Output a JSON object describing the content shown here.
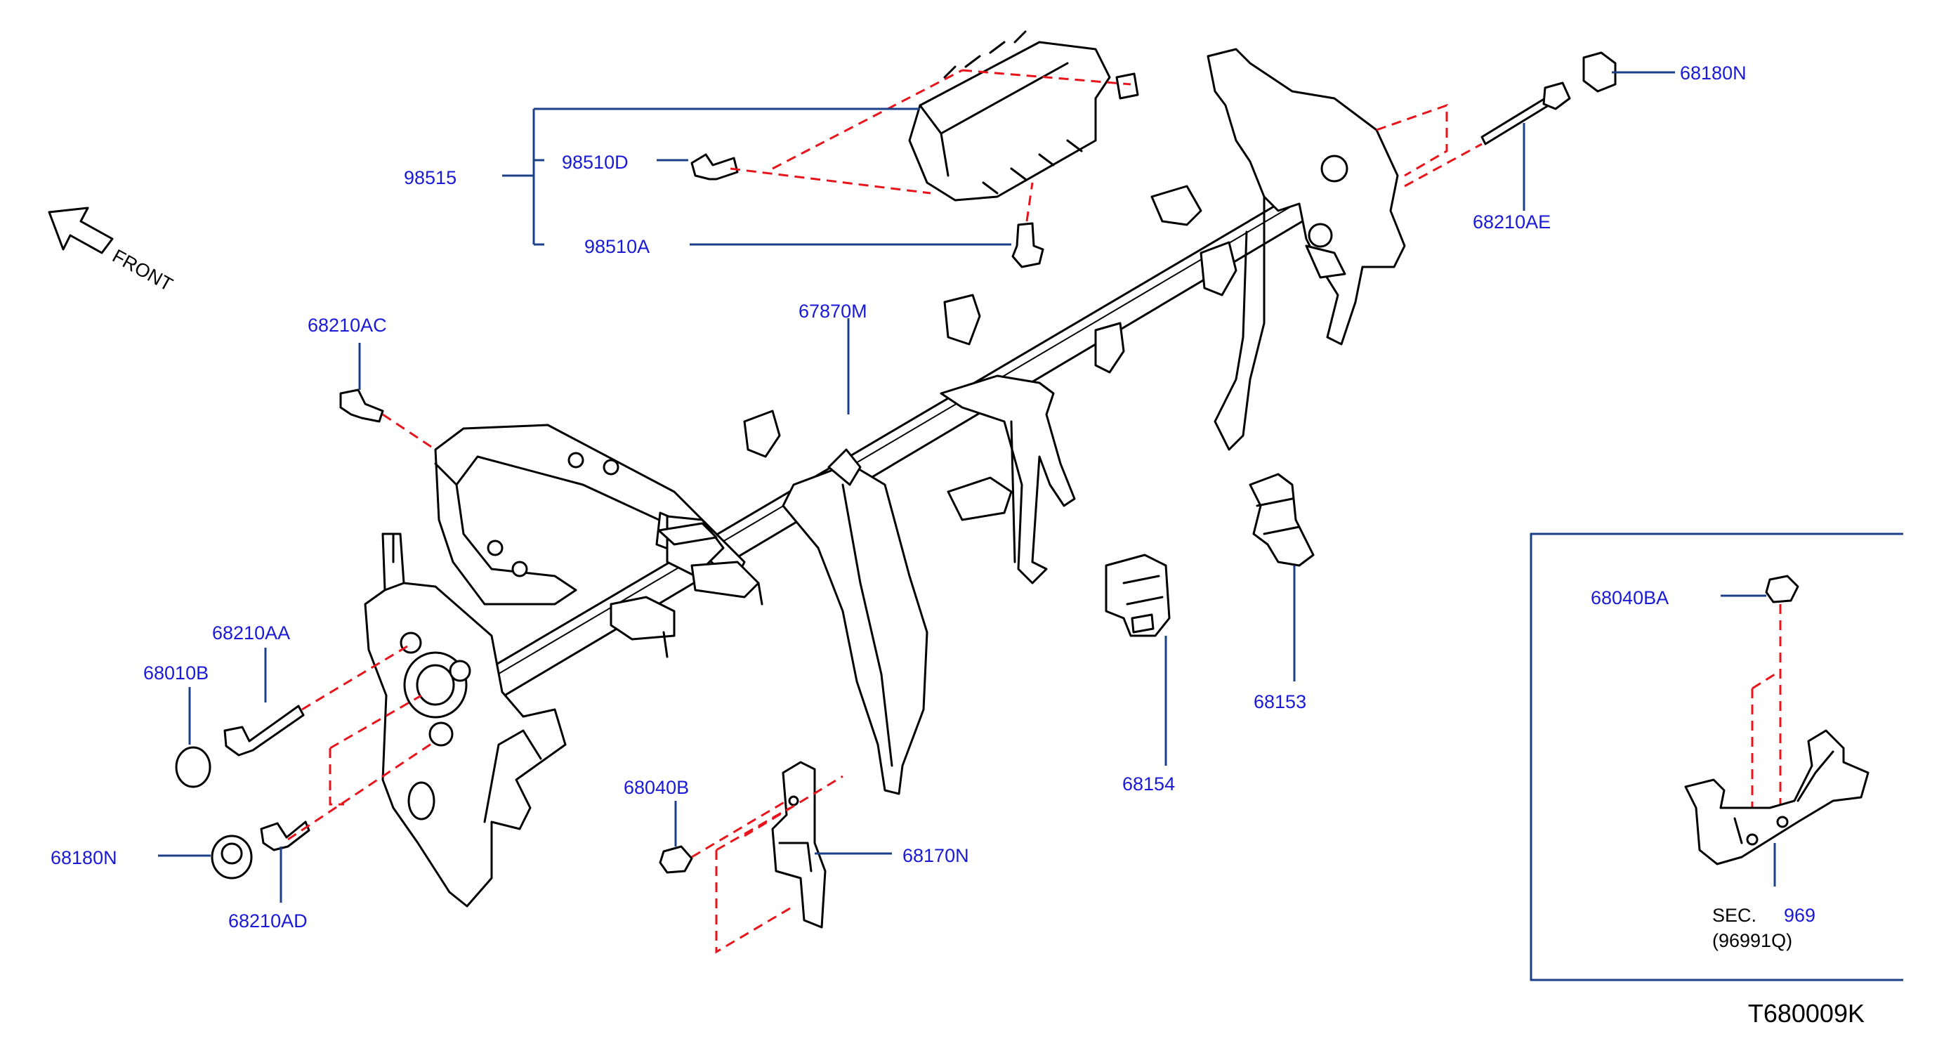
{
  "diagram": {
    "code": "T680009K",
    "front_label": "FRONT",
    "colors": {
      "label": "#1a1ad6",
      "leader": "#1c3f8a",
      "dash": "#e8141c",
      "line": "#000000"
    },
    "labels": {
      "p98515": "98515",
      "p98510D": "98510D",
      "p98510A": "98510A",
      "p68210AC": "68210AC",
      "p67870M": "67870M",
      "p68210AA": "68210AA",
      "p68010B": "68010B",
      "p68180N_left": "68180N",
      "p68210AD": "68210AD",
      "p68040B": "68040B",
      "p68170N": "68170N",
      "p68154": "68154",
      "p68153": "68153",
      "p68180N_top": "68180N",
      "p68210AE": "68210AE",
      "p68040BA": "68040BA"
    },
    "inset": {
      "sec_prefix": "SEC.",
      "sec_number": "969",
      "sec_part": "(96991Q)"
    }
  }
}
